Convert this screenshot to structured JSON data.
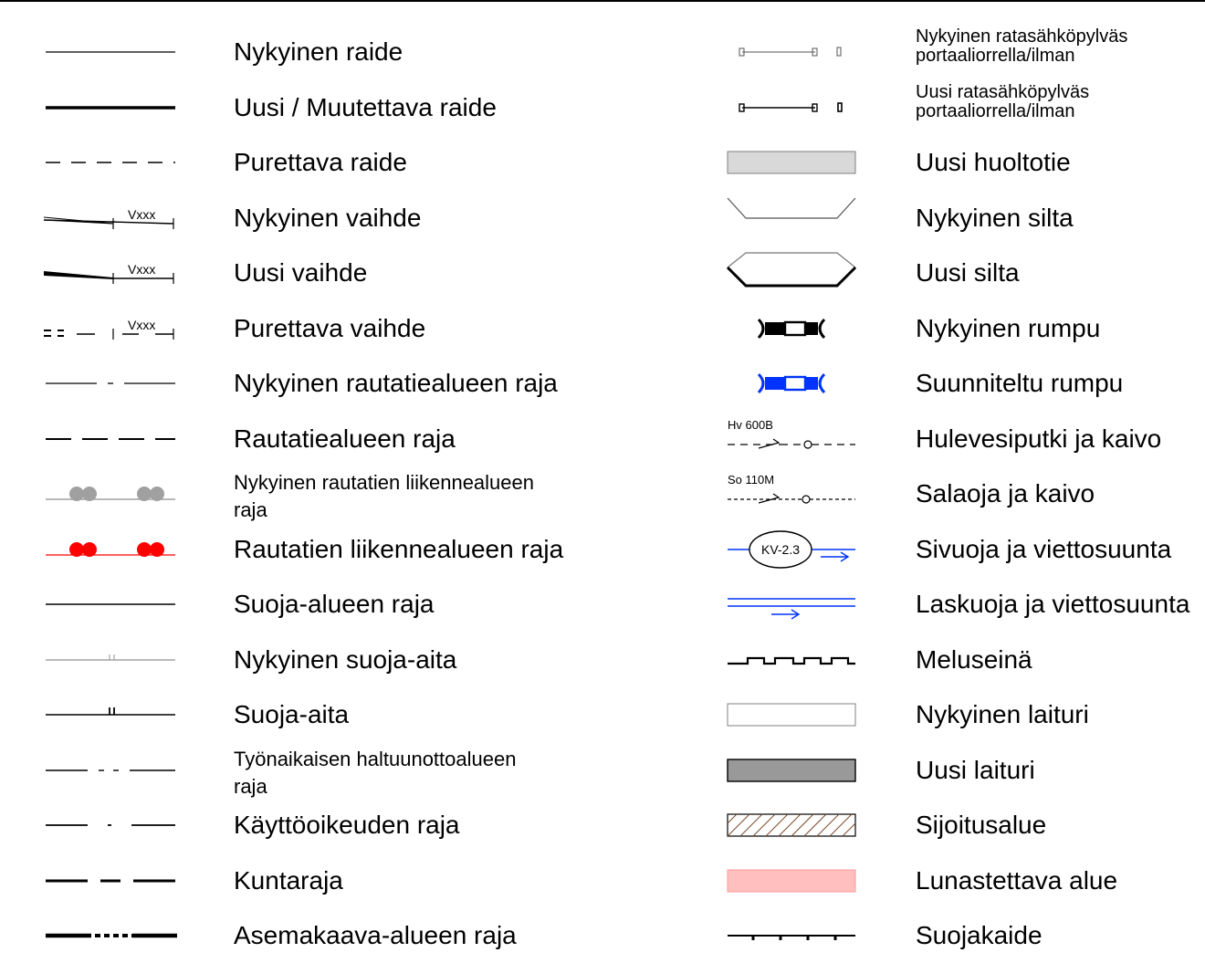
{
  "left_items": [
    {
      "symbol": "existing-track-line",
      "label": "Nykyinen raide"
    },
    {
      "symbol": "new-track-line",
      "label": "Uusi / Muutettava raide"
    },
    {
      "symbol": "dismantle-track-line",
      "label": "Purettava raide"
    },
    {
      "symbol": "existing-switch",
      "label": "Nykyinen vaihde",
      "tag": "Vxxx"
    },
    {
      "symbol": "new-switch",
      "label": "Uusi vaihde",
      "tag": "Vxxx"
    },
    {
      "symbol": "dismantle-switch",
      "label": "Purettava vaihde",
      "tag": "Vxxx"
    },
    {
      "symbol": "existing-railway-boundary",
      "label": "Nykyinen rautatiealueen raja"
    },
    {
      "symbol": "railway-boundary",
      "label": "Rautatiealueen raja"
    },
    {
      "symbol": "existing-traffic-area-boundary",
      "label": "Nykyinen rautatien liikennealueen raja",
      "label_lines": [
        "Nykyinen rautatien liikennealueen",
        "raja"
      ]
    },
    {
      "symbol": "traffic-area-boundary",
      "label": "Rautatien liikennealueen raja"
    },
    {
      "symbol": "protection-area-boundary",
      "label": "Suoja-alueen raja"
    },
    {
      "symbol": "existing-protection-fence",
      "label": "Nykyinen suoja-aita"
    },
    {
      "symbol": "protection-fence",
      "label": "Suoja-aita"
    },
    {
      "symbol": "temporary-takeover-boundary",
      "label": "Työnaikaisen haltuunottoalueen raja",
      "label_lines": [
        "Työnaikaisen haltuunottoalueen",
        "raja"
      ]
    },
    {
      "symbol": "usage-right-boundary",
      "label": "Käyttöoikeuden raja"
    },
    {
      "symbol": "municipal-boundary",
      "label": "Kuntaraja"
    },
    {
      "symbol": "zoning-plan-boundary",
      "label": "Asemakaava-alueen raja"
    }
  ],
  "right_items": [
    {
      "symbol": "existing-catenary-mast",
      "label": "Nykyinen ratasähköpylväs portaaliorrella/ilman",
      "label_lines": [
        "Nykyinen ratasähköpylväs",
        "portaaliorrella/ilman"
      ]
    },
    {
      "symbol": "new-catenary-mast",
      "label": "Uusi ratasähköpylväs portaaliorrella/ilman",
      "label_lines": [
        "Uusi ratasähköpylväs",
        "portaaliorrella/ilman"
      ]
    },
    {
      "symbol": "new-service-road",
      "label": "Uusi huoltotie"
    },
    {
      "symbol": "existing-bridge",
      "label": "Nykyinen silta"
    },
    {
      "symbol": "new-bridge",
      "label": "Uusi silta"
    },
    {
      "symbol": "existing-culvert",
      "label": "Nykyinen rumpu"
    },
    {
      "symbol": "planned-culvert",
      "label": "Suunniteltu rumpu"
    },
    {
      "symbol": "storm-pipe",
      "label": "Hulevesiputki ja kaivo",
      "tag": "Hv 600B"
    },
    {
      "symbol": "drain-pipe",
      "label": "Salaoja ja kaivo",
      "tag": "So 110M"
    },
    {
      "symbol": "side-ditch",
      "label": "Sivuoja ja viettosuunta",
      "tag": "KV-2.3"
    },
    {
      "symbol": "outlet-ditch",
      "label": "Laskuoja ja viettosuunta"
    },
    {
      "symbol": "noise-barrier",
      "label": "Meluseinä"
    },
    {
      "symbol": "existing-platform",
      "label": "Nykyinen laituri"
    },
    {
      "symbol": "new-platform",
      "label": "Uusi laituri"
    },
    {
      "symbol": "placement-area",
      "label": "Sijoitusalue"
    },
    {
      "symbol": "expropriation-area",
      "label": "Lunastettava alue"
    },
    {
      "symbol": "guard-rail",
      "label": "Suojakaide"
    }
  ],
  "colors": {
    "line": "#000000",
    "grey": "#a0a0a0",
    "red": "#ff0000",
    "blue": "#0033ff",
    "service_road_fill": "#d9d9d9",
    "new_platform_fill": "#999999",
    "expropriation_fill": "#ffbfbf",
    "hatch": "#7a4a2a"
  }
}
